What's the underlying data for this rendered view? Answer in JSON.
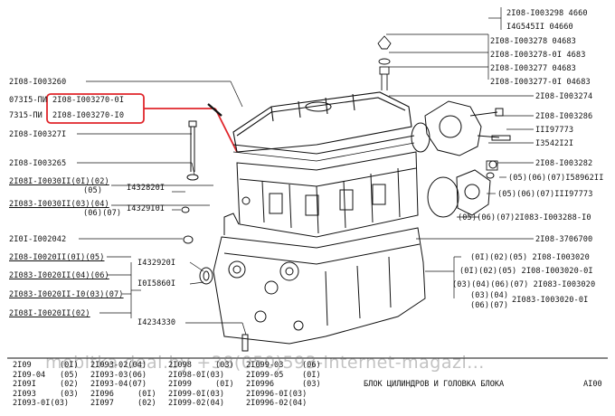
{
  "title": "БЛОК ЦИЛИНДРОВ И ГОЛОВКА БЛОКА",
  "page_code": "AI00",
  "watermark": "mobitka.deal.by +38(050)593-internet-magazi...",
  "left_labels": [
    {
      "id": "l1",
      "text": "2I08-I003260"
    },
    {
      "id": "l2a",
      "text": "073I5-ПИ"
    },
    {
      "id": "l2b",
      "text": "7315-ПИ"
    },
    {
      "id": "l3",
      "text": "2I08-I00327I"
    },
    {
      "id": "l4",
      "text": "2I08-I003265"
    },
    {
      "id": "l5",
      "text": "2I08I-I0030II(0I)(02)"
    },
    {
      "id": "l5b",
      "text": "(05)"
    },
    {
      "id": "l6",
      "text": "2I083-I0030II(03)(04)"
    },
    {
      "id": "l6b",
      "text": "(06)(07)"
    },
    {
      "id": "l7",
      "text": "I432820I"
    },
    {
      "id": "l8",
      "text": "I4329I0I"
    },
    {
      "id": "l9",
      "text": "2I0I-I002042"
    },
    {
      "id": "l10",
      "text": "2I08-I0020II(0I)(05)"
    },
    {
      "id": "l11",
      "text": "2I083-I0020II(04)(06)"
    },
    {
      "id": "l12",
      "text": "2I083-I0020II-I0(03)(07)"
    },
    {
      "id": "l13",
      "text": "2I08I-I0020II(02)"
    },
    {
      "id": "l14",
      "text": "I432920I"
    },
    {
      "id": "l15",
      "text": "I0I5860I"
    },
    {
      "id": "l16",
      "text": "I4234330"
    }
  ],
  "highlighted": {
    "line1": "2I08-I003270-0I",
    "line2": "2I08-I003270-I0",
    "color": "#e0262b"
  },
  "right_labels": [
    {
      "id": "r1",
      "text": "2I08-I003298 4660"
    },
    {
      "id": "r2",
      "text": "I4G545II 04660"
    },
    {
      "id": "r3",
      "text": "2I08-I003278     04683"
    },
    {
      "id": "r4",
      "text": "2I08-I003278-0I 4683"
    },
    {
      "id": "r5",
      "text": "2I08-I003277     04683"
    },
    {
      "id": "r6",
      "text": "2I08-I003277-0I 04683"
    },
    {
      "id": "r7",
      "text": "2I08-I003274"
    },
    {
      "id": "r8",
      "text": "2I08-I003286"
    },
    {
      "id": "r9",
      "text": "III97773"
    },
    {
      "id": "r10",
      "text": "I3542I2I"
    },
    {
      "id": "r11",
      "text": "2I08-I003282"
    },
    {
      "id": "r12",
      "text": "(05)(06)(07)I58962II"
    },
    {
      "id": "r13",
      "text": "(05)(06)(07)III97773"
    },
    {
      "id": "r14",
      "text": "(05)(06)(07)2I083-I003288-I0"
    },
    {
      "id": "r15",
      "text": "2I08-3706700"
    },
    {
      "id": "r16",
      "text": "(0I)(02)(05) 2I08-I003020"
    },
    {
      "id": "r17",
      "text": "(0I)(02)(05) 2I08-I003020-0I"
    },
    {
      "id": "r18",
      "text": "(03)(04)(06)(07) 2I083-I003020"
    },
    {
      "id": "r19",
      "text": "(03)(04)"
    },
    {
      "id": "r20",
      "text": "(06)(07)"
    },
    {
      "id": "r21",
      "text": "2I083-I003020-0I"
    }
  ],
  "applicability": {
    "columns": [
      [
        [
          "2I09",
          "(0I)"
        ],
        [
          "2I09-04",
          "(05)"
        ],
        [
          "2I09I",
          "(02)"
        ],
        [
          "2I093",
          "(03)"
        ],
        [
          "2I093-0I(03)",
          ""
        ]
      ],
      [
        [
          "2I093-02(04)",
          ""
        ],
        [
          "2I093-03(06)",
          ""
        ],
        [
          "2I093-04(07)",
          ""
        ],
        [
          "2I096",
          "(0I)"
        ],
        [
          "2I097",
          "(02)"
        ]
      ],
      [
        [
          "2I098",
          "(03)"
        ],
        [
          "2I098-0I(03)",
          ""
        ],
        [
          "2I099",
          "(0I)"
        ],
        [
          "2I099-0I(03)",
          ""
        ],
        [
          "2I099-02(04)",
          ""
        ]
      ],
      [
        [
          "2I099-03",
          "(06)"
        ],
        [
          "2I099-05",
          "(0I)"
        ],
        [
          "2I0996",
          "(03)"
        ],
        [
          "2I0996-0I(03)",
          ""
        ],
        [
          "2I0996-02(04)",
          ""
        ]
      ]
    ]
  },
  "colors": {
    "ink": "#111111",
    "highlight": "#e0262b",
    "watermark": "#8a8a8a"
  }
}
